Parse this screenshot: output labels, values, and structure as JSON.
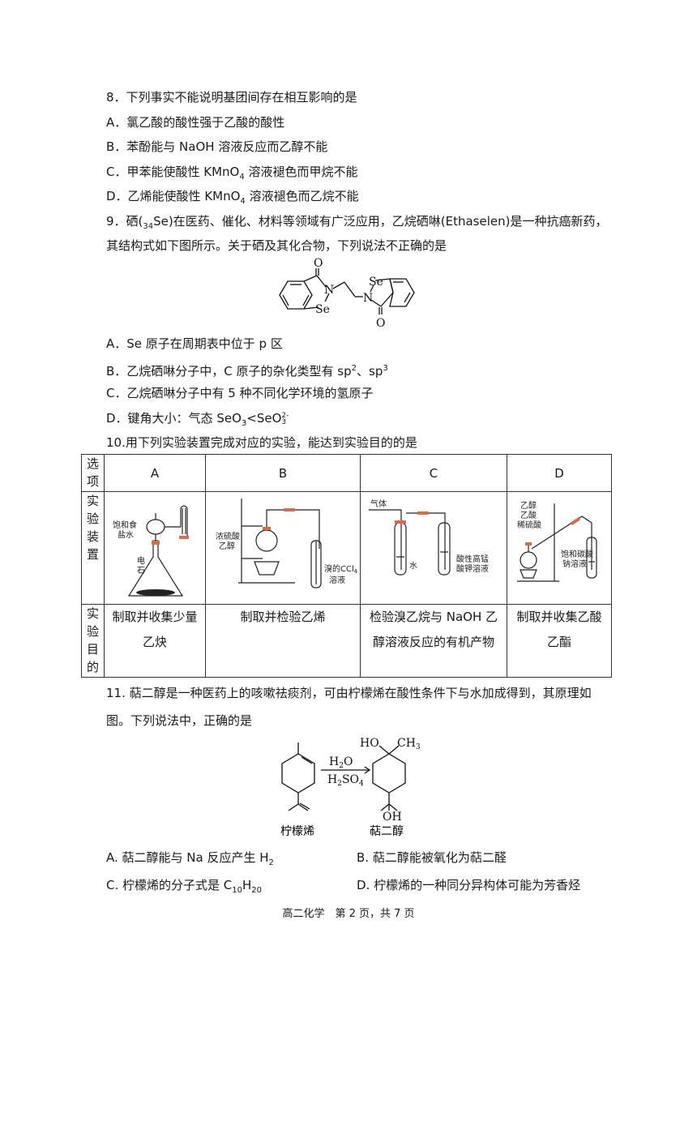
{
  "q8": {
    "stem": "8．下列事实不能说明基团间存在相互影响的是",
    "A": "A．氯乙酸的酸性强于乙酸的酸性",
    "B": "B．苯酚能与 NaOH 溶液反应而乙醇不能",
    "C_pre": "C．甲苯能使酸性 KMnO",
    "C_sub": "4",
    "C_post": " 溶液褪色而甲烷不能",
    "D_pre": "D．乙烯能使酸性 KMnO",
    "D_sub": "4",
    "D_post": " 溶液褪色而乙烷不能"
  },
  "q9": {
    "stem1_a": "9．硒(",
    "stem1_sub": "34",
    "stem1_b": "Se)在医药、催化、材料等领域有广泛应用，乙烷硒啉(Ethaselen)是一种抗癌新药，",
    "stem2": "其结构式如下图所示。关于硒及其化合物，下列说法不正确的是",
    "atom_O": "O",
    "atom_N": "N",
    "atom_Se": "Se",
    "A": "A．Se 原子在周期表中位于 p 区",
    "B_pre": "B．乙烷硒啉分子中，C 原子的杂化类型有 sp",
    "B_sup1": "2",
    "B_mid": "、sp",
    "B_sup2": "3",
    "C": "C．乙烷硒啉分子中有 5 种不同化学环境的氢原子",
    "D_pre": "D．键角大小：气态 SeO",
    "D_sub1": "3",
    "D_mid": "<SeO",
    "D_sub2": "3",
    "D_sup2": "2-"
  },
  "q10": {
    "stem": "10.用下列实验装置完成对应的实验，能达到实验目的的是",
    "row1_label": [
      "选",
      "项"
    ],
    "row2_label": [
      "实",
      "验",
      "装",
      "置"
    ],
    "row3_label": [
      "实",
      "验",
      "目",
      "的"
    ],
    "options": [
      "A",
      "B",
      "C",
      "D"
    ],
    "labels": {
      "a_saltwater": [
        "饱和食",
        "盐水"
      ],
      "a_carbide": [
        "电",
        "石"
      ],
      "b_acid": [
        "浓硫酸",
        "乙醇"
      ],
      "b_bromine": [
        "溴的CCl",
        "溶液"
      ],
      "b_bromine_sub": "4",
      "c_gas": "气体",
      "c_water": "水",
      "c_kmno4": [
        "酸性高锰",
        "酸钾溶液"
      ],
      "d_reagents": [
        "乙醇",
        "乙酸",
        "稀硫酸"
      ],
      "d_na2co3": [
        "饱和碳酸",
        "钠溶液"
      ]
    },
    "purposes": [
      [
        "制取并收集少量",
        "乙炔"
      ],
      [
        "制取并检验乙烯"
      ],
      [
        "检验溴乙烷与 NaOH 乙",
        "醇溶液反应的有机产物"
      ],
      [
        "制取并收集乙酸",
        "乙酯"
      ]
    ]
  },
  "q11": {
    "stem1": "11. 萜二醇是一种医药上的咳嗽祛痰剂，可由柠檬烯在酸性条件下与水加成得到，其原理如",
    "stem2": "图。下列说法中，正确的是",
    "reagent_top_pre": "H",
    "reagent_top_sub": "2",
    "reagent_top_post": "O",
    "reagent_bot_pre": "H",
    "reagent_bot_sub1": "2",
    "reagent_bot_mid": "SO",
    "reagent_bot_sub2": "4",
    "group_HO": "HO",
    "group_CH3_pre": "CH",
    "group_CH3_sub": "3",
    "group_OH": "OH",
    "name_left": "柠檬烯",
    "name_right": "萜二醇",
    "A_pre": "A. 萜二醇能与 Na 反应产生 H",
    "A_sub": "2",
    "B": "B. 萜二醇能被氧化为萜二醛",
    "C_pre": "C. 柠檬烯的分子式是 C",
    "C_sub1": "10",
    "C_mid": "H",
    "C_sub2": "20",
    "D": "D. 柠檬烯的一种同分异构体可能为芳香烃"
  },
  "footer": "高二化学　第 2 页，共 7 页"
}
